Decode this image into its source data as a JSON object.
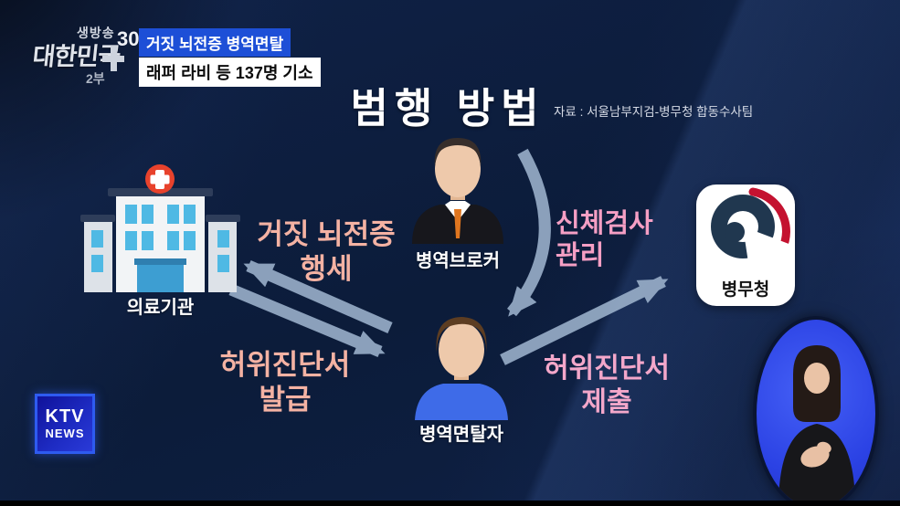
{
  "program_logo": {
    "line1": "생방송",
    "line2": "대한민국",
    "number": "30",
    "part": "2부"
  },
  "headline": {
    "top": "거짓 뇌전증 병역면탈",
    "bottom": "래퍼 라비 등 137명 기소"
  },
  "header": {
    "title": "범행 방법",
    "source": "자료 : 서울남부지검-병무청 합동수사팀"
  },
  "nodes": {
    "hospital": {
      "label": "의료기관",
      "icon": "hospital-building-icon"
    },
    "broker": {
      "label": "병역브로커",
      "icon": "person-suit-icon"
    },
    "mma": {
      "label": "병무청",
      "icon": "korea-government-emblem-icon"
    },
    "evader": {
      "label": "병역면탈자",
      "icon": "person-blue-shirt-icon"
    }
  },
  "edges": [
    {
      "from": "evader",
      "to": "hospital",
      "line1": "거짓 뇌전증",
      "line2": "행세",
      "color": "#f4b2a3"
    },
    {
      "from": "broker",
      "to": "evader",
      "line1": "신체검사",
      "line2": "관리",
      "color": "#f59fc4"
    },
    {
      "from": "hospital",
      "to": "evader",
      "line1": "허위진단서",
      "line2": "발급",
      "color": "#f4b2a3"
    },
    {
      "from": "evader",
      "to": "mma",
      "line1": "허위진단서",
      "line2": "제출",
      "color": "#f3a7ca"
    }
  ],
  "broadcaster": {
    "line1": "KTV",
    "line2": "NEWS"
  },
  "colors": {
    "background": "#0d1d3c",
    "arrow": "#9db3cd",
    "banner_blue": "#1d4fd7",
    "salmon_label": "#f4b2a3",
    "pink_label": "#f59fc4",
    "mma_red": "#c41230",
    "mma_navy": "#20374f",
    "interpreter_blue": "#2b42e4",
    "hospital_window_blue": "#4fb9e4",
    "cross_red": "#e8422c",
    "evader_shirt_blue": "#3e6be8",
    "tie_orange": "#e0761f"
  }
}
